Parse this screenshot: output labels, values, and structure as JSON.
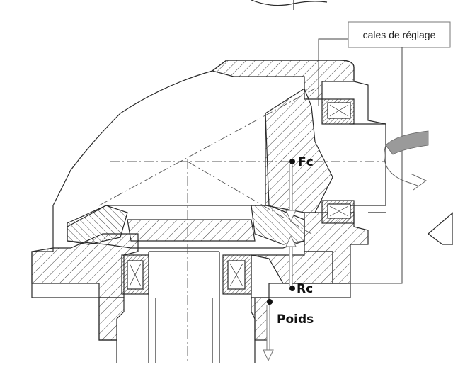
{
  "labels": {
    "callout": "cales de réglage",
    "force_fc": "Fc",
    "force_rc": "Rc",
    "force_weight": "Poids"
  },
  "colors": {
    "line": "#2a2a2a",
    "hatch": "#444444",
    "arrow_fill": "#ffffff",
    "rotation_band": "#9a9a9a"
  },
  "icons": {
    "rotation": "rotation-arrow-icon",
    "force_points": "dot-marker-icon"
  }
}
